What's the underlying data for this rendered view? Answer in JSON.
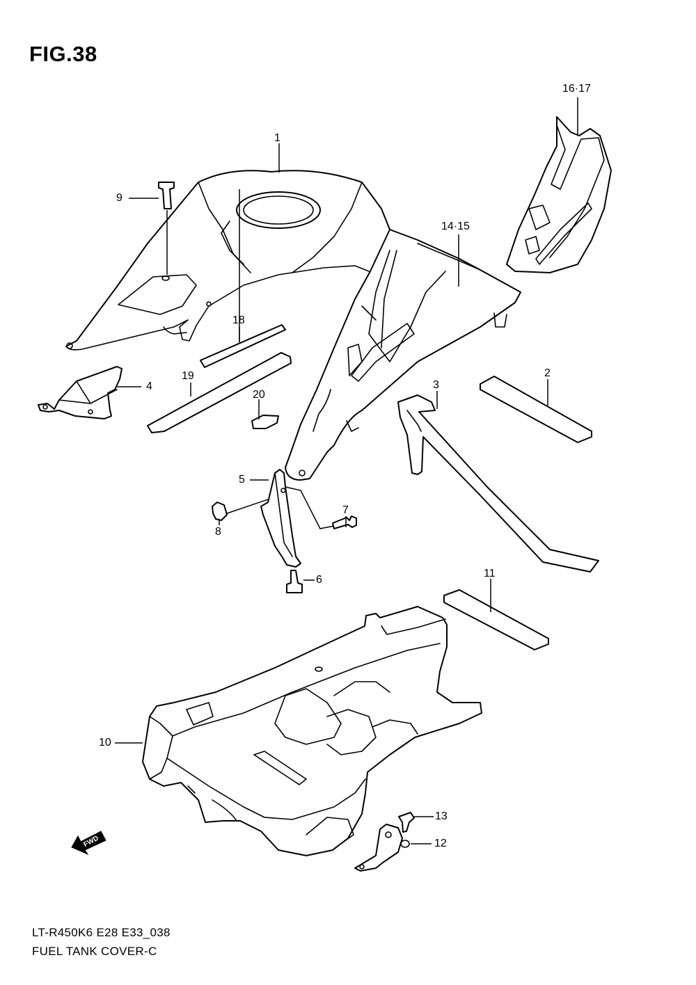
{
  "figure": {
    "title": "FIG.38",
    "model_code": "LT-R450K6  E28  E33_038",
    "caption": "FUEL TANK COVER-C",
    "fwd_label": "FWD"
  },
  "callouts": [
    "1",
    "2",
    "3",
    "4",
    "5",
    "6",
    "7",
    "8",
    "9",
    "10",
    "11",
    "12",
    "13",
    "14·15",
    "16·17",
    "18",
    "19",
    "20"
  ]
}
